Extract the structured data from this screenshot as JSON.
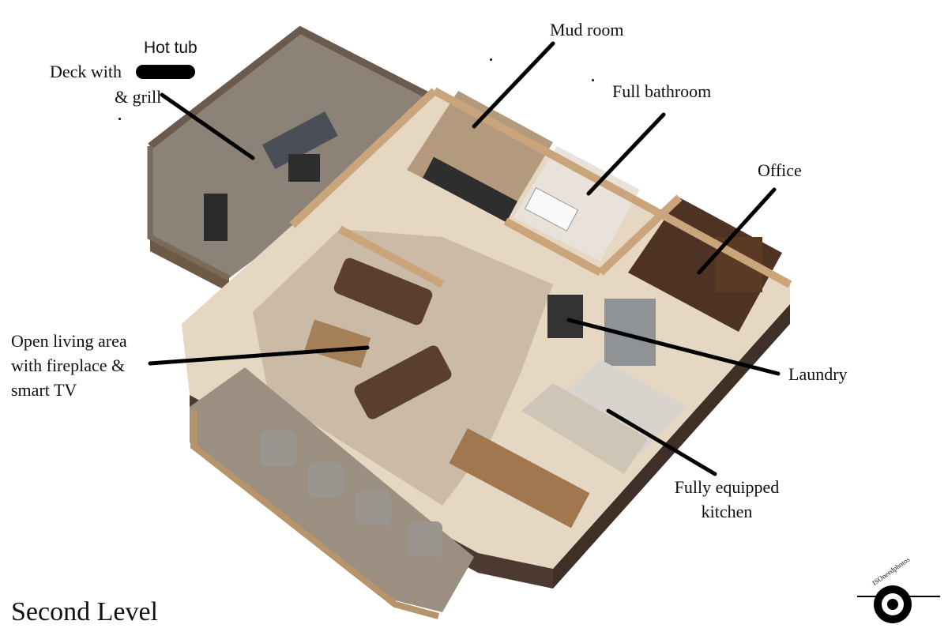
{
  "labels": {
    "hot_tub": "Hot tub",
    "deck_line1": "Deck with",
    "deck_line2": "& grill",
    "mud_room": "Mud room",
    "full_bathroom": "Full bathroom",
    "office": "Office",
    "living_line1": "Open living area",
    "living_line2": "with fireplace &",
    "living_line3": "smart TV",
    "laundry": "Laundry",
    "kitchen_line1": "Fully equipped",
    "kitchen_line2": "kitchen"
  },
  "title": "Second Level",
  "watermark": "ISOneedphotos",
  "colors": {
    "wood_wall": "#c9a27a",
    "carpet": "#cbbba6",
    "dark_floor": "#4e3324",
    "deck": "#8a7f74",
    "sofa": "#5a3e2e"
  }
}
